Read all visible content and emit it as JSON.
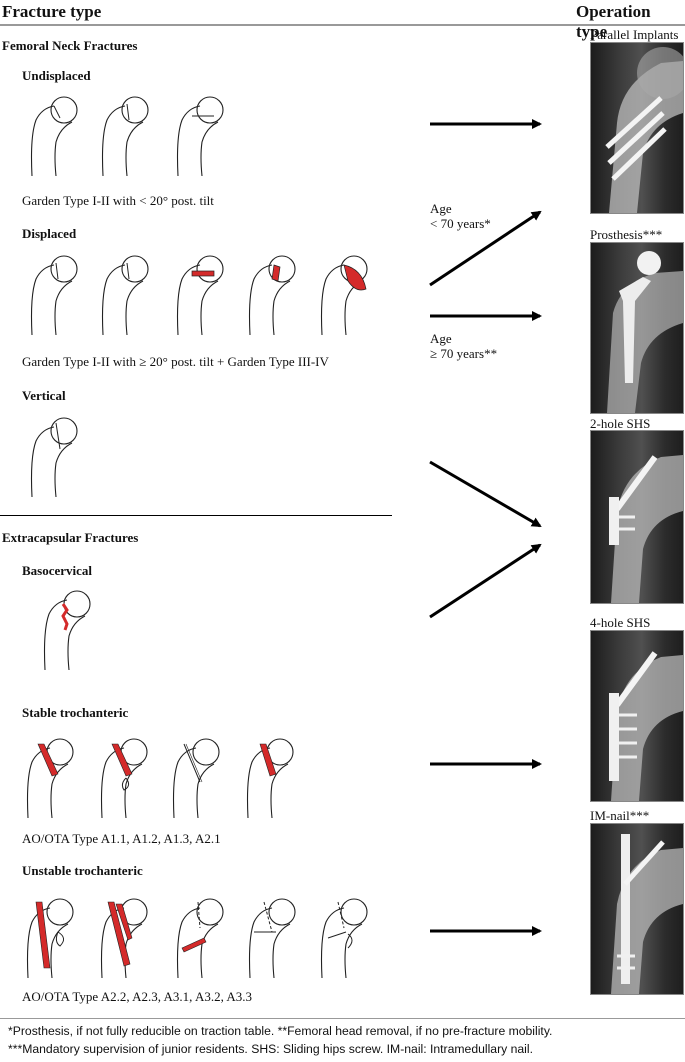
{
  "header": {
    "fracture_type": "Fracture type",
    "operation_type": "Operation type"
  },
  "sections": {
    "femoral_neck": "Femoral Neck Fractures",
    "extracapsular": "Extracapsular Fractures"
  },
  "groups": {
    "undisplaced": "Undisplaced",
    "undisplaced_caption": "Garden Type I-II with < 20° post. tilt",
    "displaced": "Displaced",
    "displaced_caption": "Garden Type I-II with ≥ 20° post. tilt + Garden Type III-IV",
    "vertical": "Vertical",
    "basocervical": "Basocervical",
    "stable": "Stable trochanteric",
    "stable_caption": "AO/OTA Type A1.1, A1.2, A1.3, A2.1",
    "unstable": "Unstable trochanteric",
    "unstable_caption": "AO/OTA Type A2.2, A2.3, A3.1, A3.2, A3.3"
  },
  "age_labels": {
    "under_line1": "Age",
    "under_line2": "< 70 years*",
    "over_line1": "Age",
    "over_line2": "≥ 70 years**"
  },
  "operations": {
    "parallel": "Parallel Implants",
    "prosthesis": "Prosthesis***",
    "shs2": "2-hole SHS",
    "shs4": "4-hole SHS",
    "imnail": "IM-nail***"
  },
  "footnotes": {
    "line1": "*Prosthesis, if not fully reducible on traction table. **Femoral head removal, if no pre-fracture mobility.",
    "line2": "***Mandatory supervision of junior residents. SHS: Sliding hips screw. IM-nail: Intramedullary nail."
  },
  "colors": {
    "fracture_red": "#d42a2a",
    "arrow": "#000000",
    "rule": "#999999"
  }
}
